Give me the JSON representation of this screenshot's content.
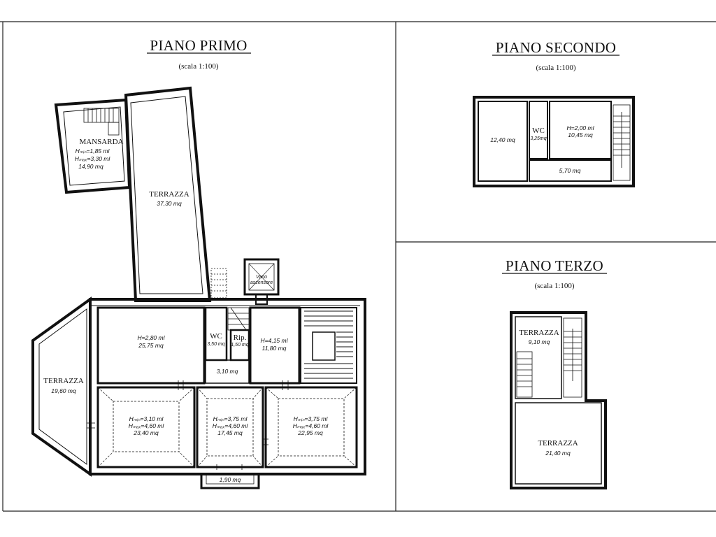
{
  "colors": {
    "ink": "#111111",
    "paper": "#ffffff",
    "wall": "#1a1a1a"
  },
  "piano_primo": {
    "title": "PIANO PRIMO",
    "scale": "(scala 1:100)",
    "mansarda": {
      "name": "MANSARDA",
      "hmin": "Hₘᵢₙ=1,85 ml",
      "hmax": "Hₘₐₓ=3,30 ml",
      "area": "14,90 mq"
    },
    "terrazza_top": {
      "name": "TERRAZZA",
      "area": "37,30 mq"
    },
    "vano_ascensore": {
      "line1": "Vano",
      "line2": "ascensore"
    },
    "room_a": {
      "h": "H=2,80 ml",
      "area": "25,75 mq"
    },
    "wc": {
      "name": "WC",
      "area": "3,50 mq"
    },
    "rip": {
      "name": "Rip.",
      "area": "1,50 mq"
    },
    "room_b": {
      "h": "H=4,15 ml",
      "area": "11,80 mq"
    },
    "corridor": {
      "area": "3,10 mq"
    },
    "terrazza_left": {
      "name": "TERRAZZA",
      "area": "19,60 mq"
    },
    "room_c": {
      "hmin": "Hₘᵢₙ=3,10 ml",
      "hmax": "Hₘₐₓ=4,60 ml",
      "area": "23,40 mq"
    },
    "room_d": {
      "hmin": "Hₘᵢₙ=3,75 ml",
      "hmax": "Hₘₐₓ=4,60 ml",
      "area": "17,45 mq"
    },
    "room_e": {
      "hmin": "Hₘᵢₙ=3,75 ml",
      "hmax": "Hₘₐₓ=4,60 ml",
      "area": "22,95 mq"
    },
    "balcony": {
      "area": "1,90 mq"
    }
  },
  "piano_secondo": {
    "title": "PIANO SECONDO",
    "scale": "(scala 1:100)",
    "room_a": {
      "area": "12,40 mq"
    },
    "wc": {
      "name": "WC",
      "area": "3,25mq"
    },
    "room_b": {
      "h": "H=2,00 ml",
      "area": "10,45 mq"
    },
    "room_c": {
      "area": "5,70 mq"
    }
  },
  "piano_terzo": {
    "title": "PIANO TERZO",
    "scale": "(scala 1:100)",
    "terrazza_small": {
      "name": "TERRAZZA",
      "area": "9,10 mq"
    },
    "terrazza_big": {
      "name": "TERRAZZA",
      "area": "21,40 mq"
    }
  }
}
